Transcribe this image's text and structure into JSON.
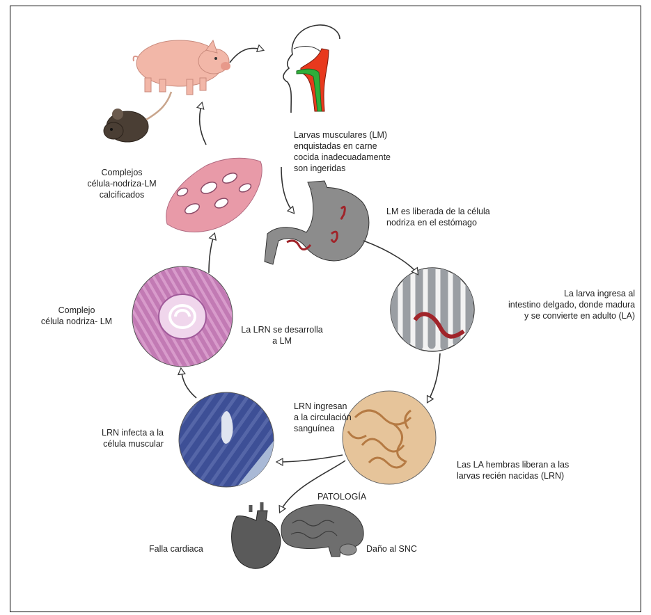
{
  "labels": {
    "ingested": [
      "Larvas musculares (LM)",
      "enquistadas en carne",
      "cocida inadecuadamente",
      "son ingeridas"
    ],
    "stomach": [
      "LM es liberada de la célula",
      "nodriza en el estómago"
    ],
    "intestine": [
      "La larva ingresa al",
      "intestino delgado, donde madura",
      "y se convierte en adulto (LA)"
    ],
    "release": [
      "Las LA hembras liberan a las",
      "larvas recién nacidas (LRN)"
    ],
    "circulation": [
      "LRN ingresan",
      "a la circulación",
      "sanguínea"
    ],
    "infects": [
      "LRN infecta a la",
      "célula muscular"
    ],
    "develops": [
      "La LRN se desarrolla",
      "a LM"
    ],
    "complex": [
      "Complejo",
      "célula nodriza- LM"
    ],
    "calcified": [
      "Complejos",
      "célula-nodriza-LM",
      "calcificados"
    ],
    "pathology": "PATOLOGÍA",
    "heart_failure": "Falla cardiaca",
    "cns_damage": "Daño al SNC"
  },
  "colors": {
    "pig": "#f2b7a8",
    "mouse": "#4a3e34",
    "esophagus_red": "#e8391d",
    "esophagus_green": "#2fae3a",
    "stomach": "#8c8c8c",
    "worm": "#a0242a",
    "intestine": "#9a9ea3",
    "larvae_bg": "#e6c49a",
    "muscle_blue": "#3b4d94",
    "muscle_pink": "#c879b7",
    "calcified_pink": "#e89aa8",
    "heart": "#5a5a5a",
    "brain": "#6e6e6e"
  }
}
